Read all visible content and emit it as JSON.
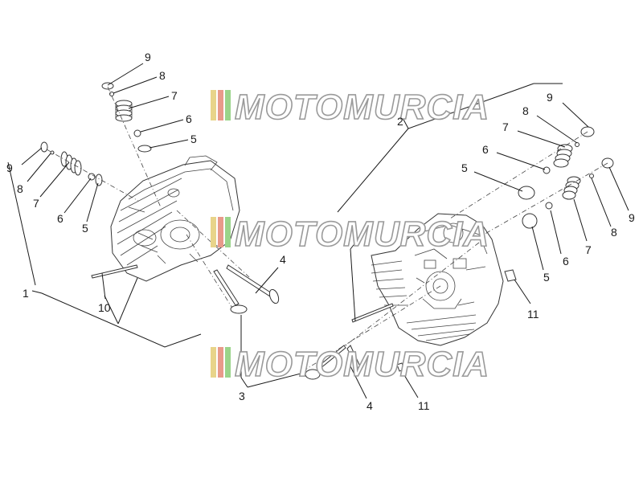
{
  "watermark": {
    "text": "MOTOMURCIA",
    "stripe_colors": [
      "#e8d48a",
      "#e89a8a",
      "#9ad48a",
      "#e8e8e8"
    ]
  },
  "labels": {
    "l9a": "9",
    "l8a": "8",
    "l7a": "7",
    "l6a": "6",
    "l5a": "5",
    "l9b": "9",
    "l8b": "8",
    "l7b": "7",
    "l6b": "6",
    "l5b": "5",
    "l1": "1",
    "l10": "10",
    "l4a": "4",
    "l3": "3",
    "l2": "2",
    "l9c": "9",
    "l8c": "8",
    "l7c": "7",
    "l6c": "6",
    "l5c": "5",
    "l9d": "9",
    "l8d": "8",
    "l7d": "7",
    "l6d": "6",
    "l5d": "5",
    "l11a": "11",
    "l4b": "4",
    "l11b": "11"
  }
}
